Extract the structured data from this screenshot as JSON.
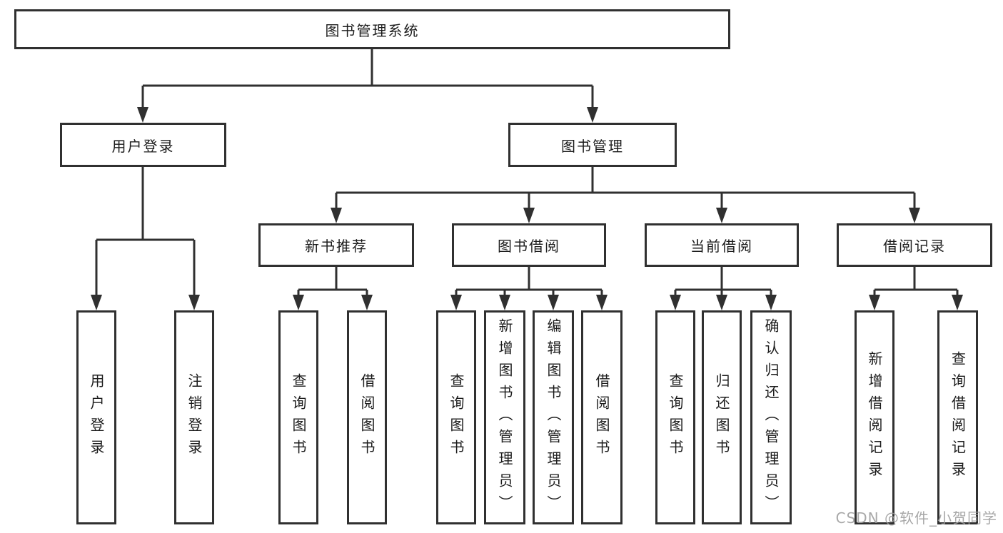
{
  "diagram": {
    "root": "图书管理系统",
    "user_login": {
      "label": "用户登录",
      "children": [
        "用户登录",
        "注销登录"
      ]
    },
    "book_management": {
      "label": "图书管理",
      "sections": [
        {
          "label": "新书推荐",
          "children": [
            "查询图书",
            "借阅图书"
          ]
        },
        {
          "label": "图书借阅",
          "children": [
            "查询图书",
            "新增图书（管理员）",
            "编辑图书（管理员）",
            "借阅图书"
          ]
        },
        {
          "label": "当前借阅",
          "children": [
            "查询图书",
            "归还图书",
            "确认归还（管理员）"
          ]
        },
        {
          "label": "借阅记录",
          "children": [
            "新增借阅记录",
            "查询借阅记录"
          ]
        }
      ]
    },
    "line_color": "#303030",
    "text_color": "#1c1c1c",
    "background_color": "#ffffff"
  },
  "watermark": {
    "text": "CSDN @软件_小贺同学",
    "color": "#9d9d9d"
  }
}
